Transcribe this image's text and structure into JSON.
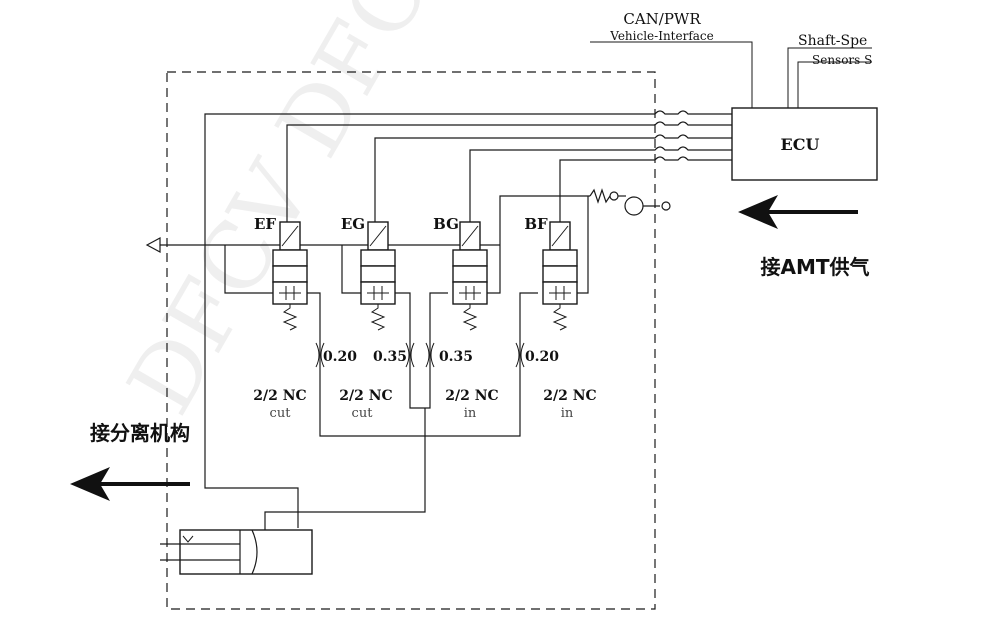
{
  "labels": {
    "can_pwr": "CAN/PWR",
    "vehicle_interface": "Vehicle-Interface",
    "shaft_speed": "Shaft-Spe",
    "sensors": "Sensors S",
    "ecu": "ECU",
    "amt_supply": "接AMT供气",
    "clutch_actuator": "接分离机构"
  },
  "valves": [
    {
      "tag": "EF",
      "type": "2/2 NC",
      "func": "cut"
    },
    {
      "tag": "EG",
      "type": "2/2 NC",
      "func": "cut"
    },
    {
      "tag": "BG",
      "type": "2/2 NC",
      "func": "in"
    },
    {
      "tag": "BF",
      "type": "2/2 NC",
      "func": "in"
    }
  ],
  "orifices": [
    "0.20",
    "0.35",
    "0.35",
    "0.20"
  ],
  "watermark": "DFCV DFCV"
}
